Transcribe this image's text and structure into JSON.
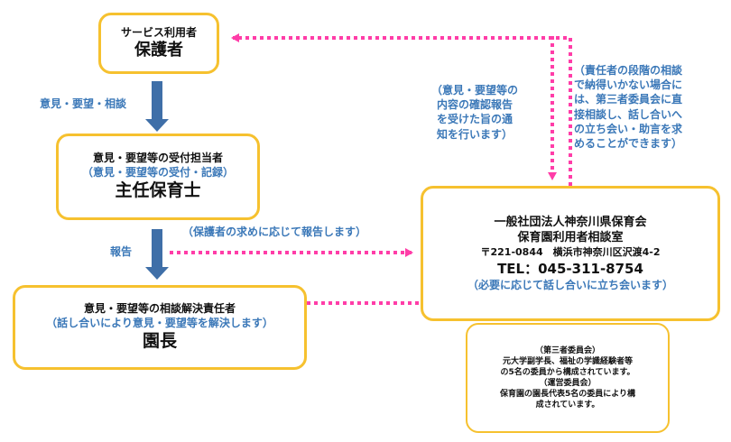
{
  "user_box": {
    "line1": "サービス利用者",
    "line2": "保護者"
  },
  "reception_box": {
    "line1": "意見・要望等の受付担当者",
    "line2": "（意見・要望等の受付・記録）",
    "line3": "主任保育士"
  },
  "resolver_box": {
    "line1": "意見・要望等の相談解決責任者",
    "line2": "（話し合いにより意見・要望等を解決します）",
    "line3": "園長"
  },
  "association_box": {
    "name": "一般社団法人神奈川県保育会",
    "office": "保育園利用者相談室",
    "address": "〒221-0844　横浜市神奈川区沢渡4-2",
    "tel": "TEL：045-311-8754",
    "note": "（必要に応じて話し合いに立ち会います）"
  },
  "committee_box": {
    "third_party_heading": "（第三者委員会）",
    "third_party_line1": "元大学副学長、福祉の学識経験者等",
    "third_party_line2": "の5名の委員から構成されています。",
    "steering_heading": "（運営委員会）",
    "steering_line1": "保育園の園長代表5名の委員により構",
    "steering_line2": "成されています。"
  },
  "labels": {
    "opinion": "意見・要望・相談",
    "report": "報告",
    "report_on_request": "（保護者の求めに応じて報告します）",
    "notify_lines": [
      "（意見・要望等の",
      "内容の確認報告",
      "を受けた旨の通",
      "知を行います）"
    ],
    "third_party_lines": [
      "（責任者の段階の相談",
      "で納得いかない場合に",
      "は、第三者委員会に直",
      "接相談し、話し合いへ",
      "の立ち会い・助言を求",
      "めることができます）"
    ]
  },
  "colors": {
    "border": "#f6c12f",
    "arrow": "#3f6fa8",
    "dotted": "#ff3da8",
    "label": "#3b78b8"
  }
}
